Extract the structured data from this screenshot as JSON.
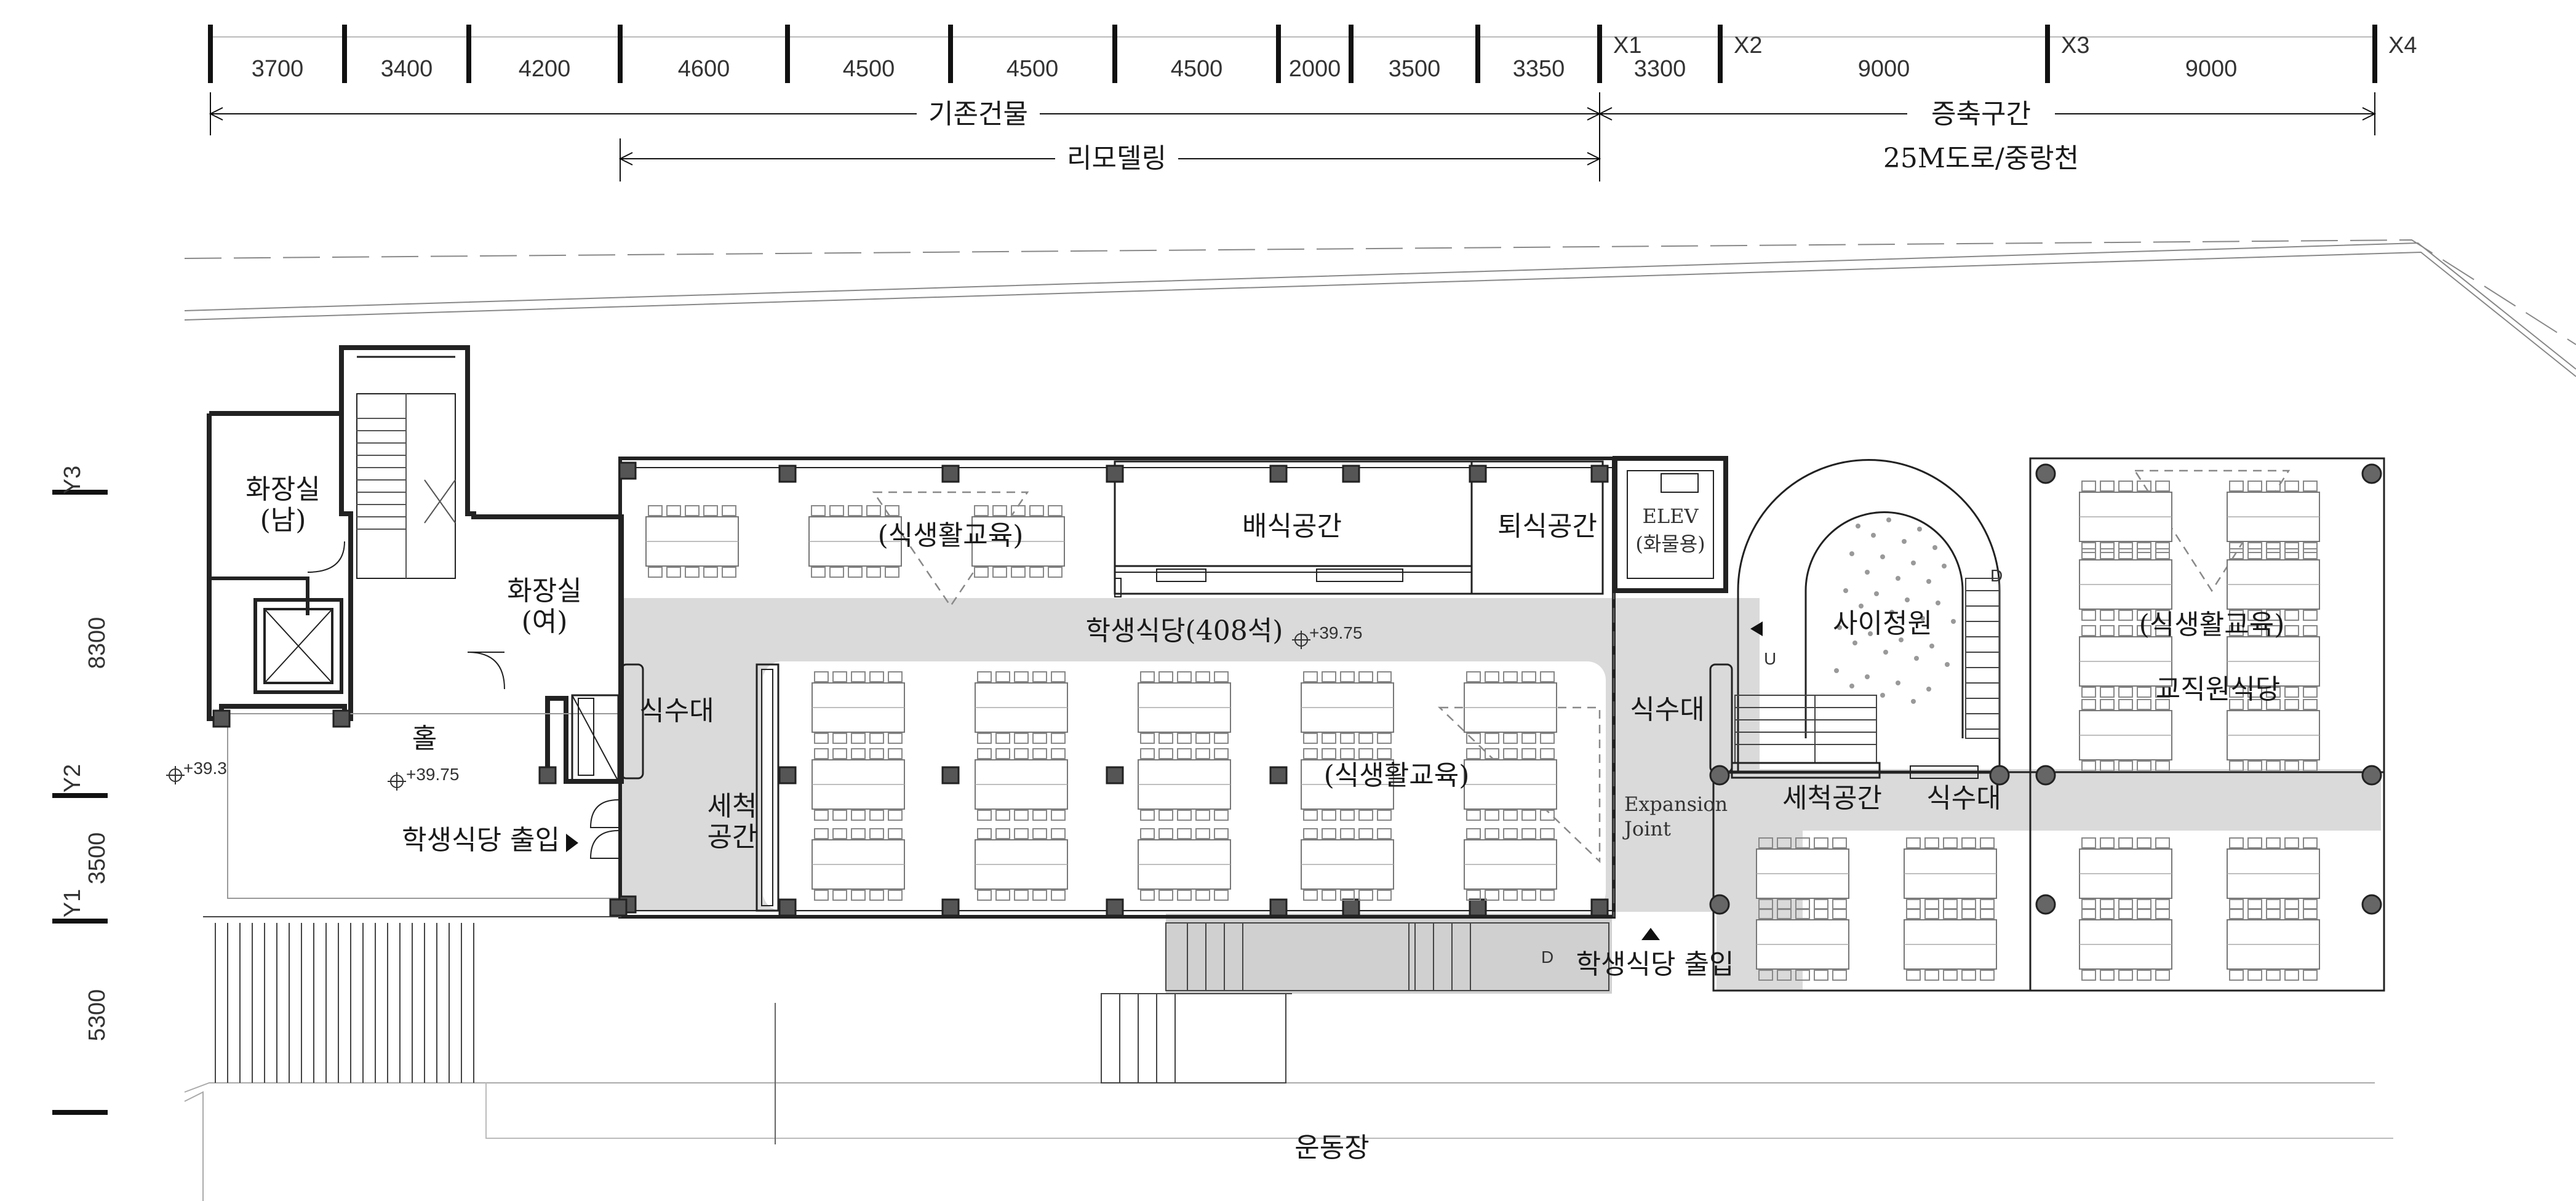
{
  "dimensions_top": [
    "3700",
    "3400",
    "4200",
    "4600",
    "4500",
    "4500",
    "4500",
    "2000",
    "3500",
    "3350",
    "3300",
    "9000",
    "9000"
  ],
  "grid_x": [
    "X1",
    "X2",
    "X3",
    "X4"
  ],
  "grid_y": [
    "Y3",
    "Y2",
    "Y1"
  ],
  "dimensions_left": [
    "8300",
    "3500",
    "5300"
  ],
  "spans": {
    "existing": "기존건물",
    "remodel": "리모델링",
    "extension": "증축구간",
    "road": "25M도로/중랑천"
  },
  "rooms": {
    "toilet_m_1": "화장실",
    "toilet_m_2": "(남)",
    "toilet_f_1": "화장실",
    "toilet_f_2": "(여)",
    "hall": "홀",
    "level_a": "+39.3",
    "level_b": "+39.75",
    "level_c": "+39.75",
    "entrance_left": "학생식당 출입",
    "diet_edu_1": "(식생활교육)",
    "serving": "배식공간",
    "return": "퇴식공간",
    "elev_1": "ELEV",
    "elev_2": "(화물용)",
    "canteen": "학생식당(408석)",
    "sink_1": "식수대",
    "wash_1": "세척",
    "wash_2": "공간",
    "diet_edu_2": "(식생활교육)",
    "sink_2": "식수대",
    "expansion_1": "Expansion",
    "expansion_2": "Joint",
    "courtyard": "사이정원",
    "wash_space": "세척공간",
    "sink_3": "식수대",
    "diet_edu_3": "(식생활교육)",
    "staff_canteen": "교직원식당",
    "entrance_bottom": "학생식당 출입",
    "playground": "운동장",
    "stair_u": "U",
    "stair_d1": "D",
    "stair_d2": "D"
  }
}
